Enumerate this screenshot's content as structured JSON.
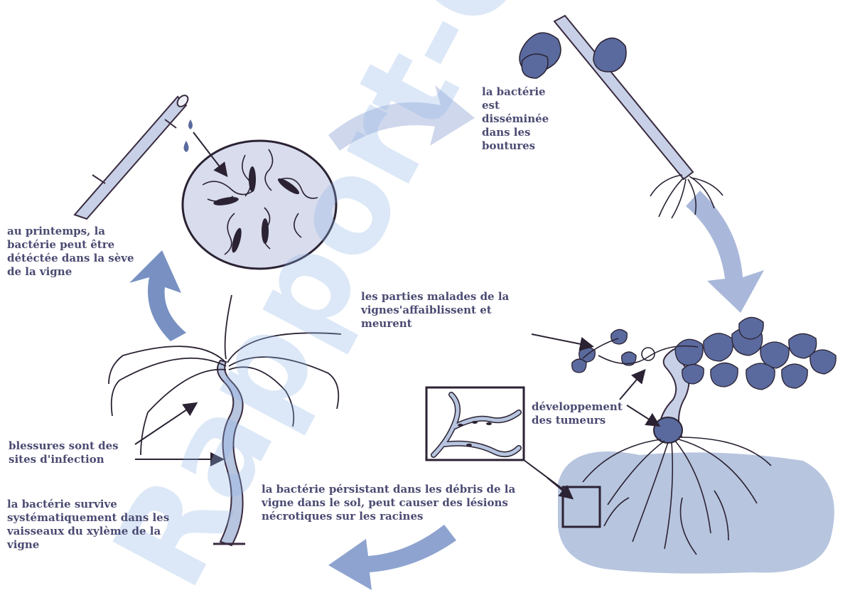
{
  "watermark": {
    "text": "Rapport-Gratuit"
  },
  "labels": {
    "spring_sap": "au printemps, la\nbactérie peut être\ndétéctée dans la sève\nde la vigne",
    "cuttings": "la bactérie\nest\ndisséminée\ndans les\nboutures",
    "diseased_parts": "les parties malades de la\nvignes'affaiblissent et\nmeurent",
    "tumors": "développement\ndes tumeurs",
    "wounds": "blessures sont des\nsites d'infection",
    "xylem": "la bactérie survive\nsystématiquement dans les\nvaisseaux du xylème de la\nvigne",
    "soil_debris": "la bactérie pérsistant dans les débris de la\nvigne dans le sol, peut causer des lésions\nnécrotiques sur les racines"
  },
  "colors": {
    "text": "#4b4b73",
    "cycle_arrow": "#9fb2d8",
    "cycle_arrow_dark": "#6f86b8",
    "plant_stroke": "#3a2a3f",
    "leaf_fill": "#5a6a9e",
    "bark_fill": "#c7d0e6",
    "bubble_fill": "#d8dcec",
    "soil_fill": "#b7c5df",
    "watermark": "#8fb4e6"
  }
}
